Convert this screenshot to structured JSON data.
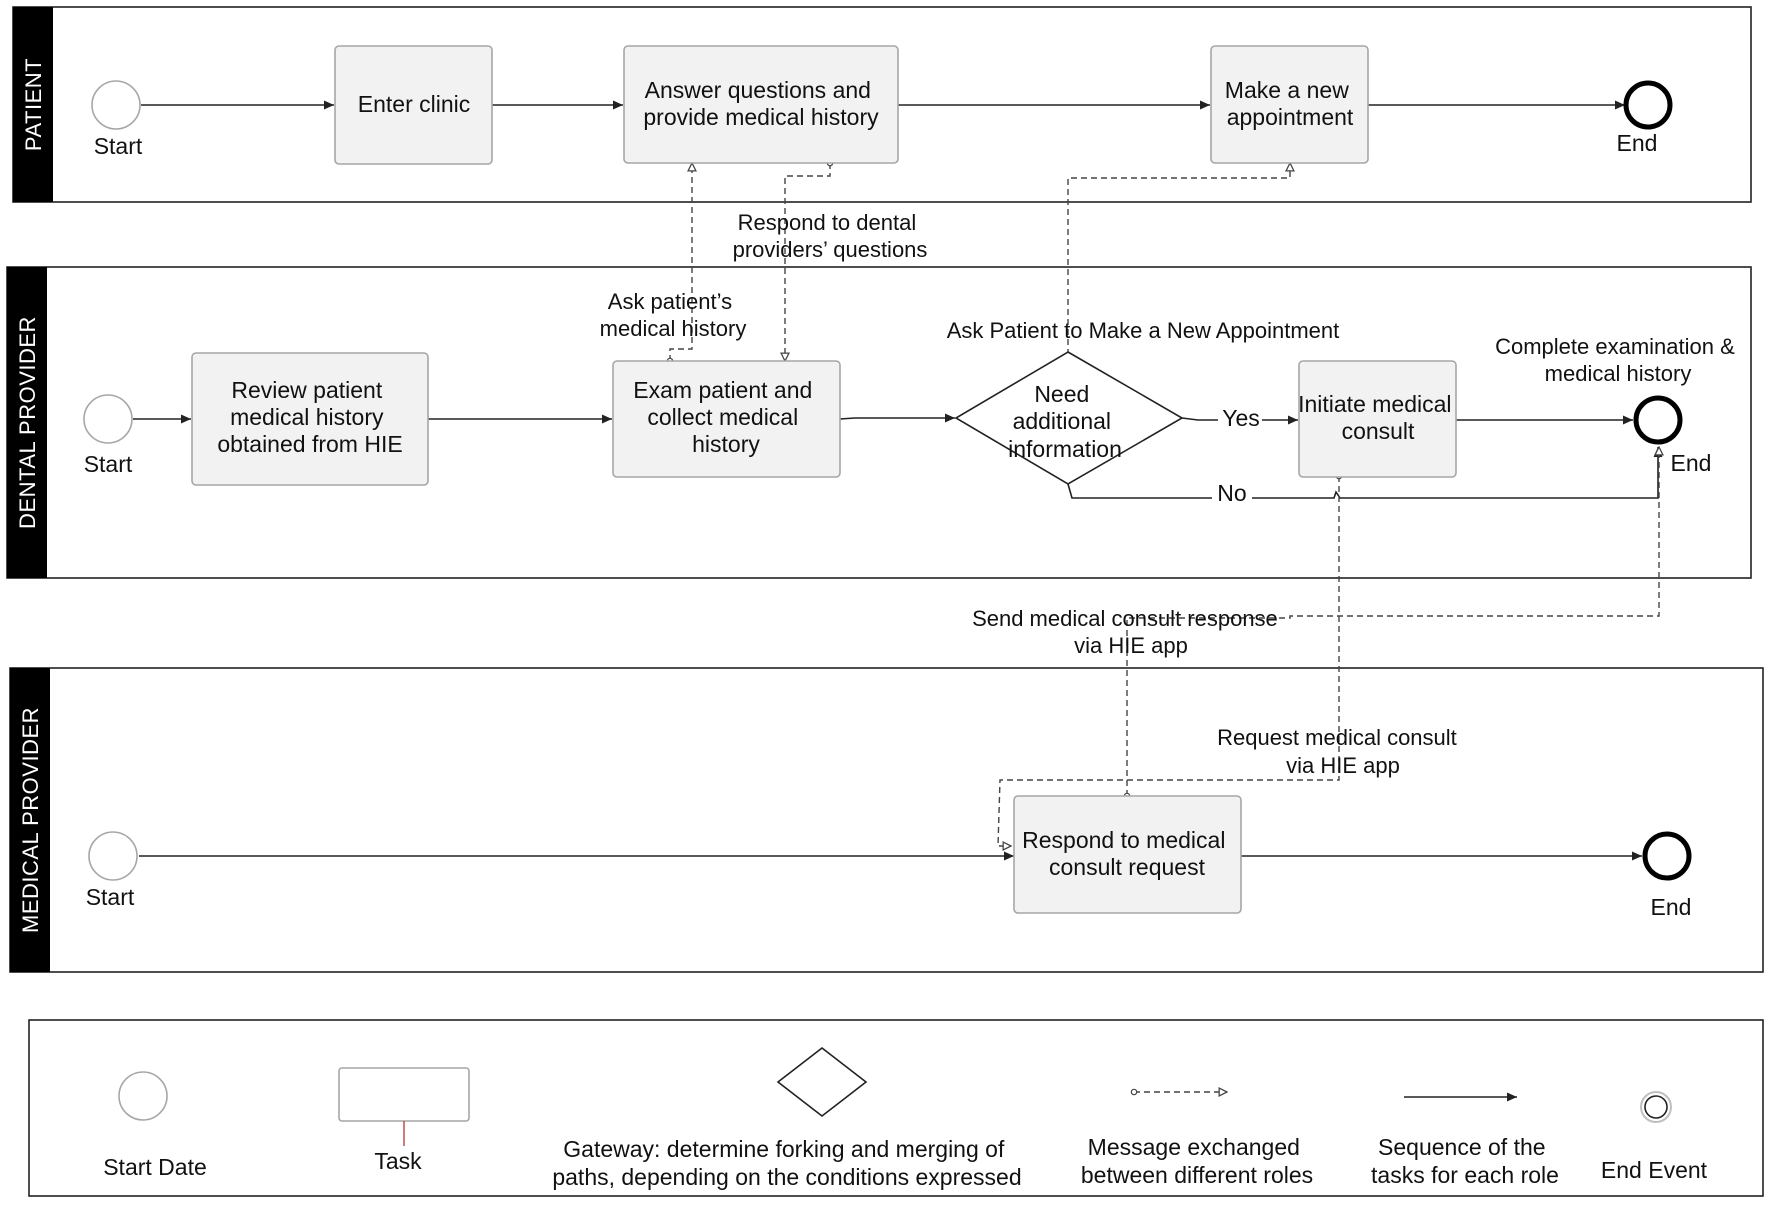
{
  "lanes": {
    "patient": "PATIENT",
    "dental": "DENTAL PROVIDER",
    "medical": "MEDICAL PROVIDER"
  },
  "events": {
    "start": "Start",
    "end": "End"
  },
  "tasks": {
    "enter_clinic": "Enter clinic",
    "answer_questions": [
      "Answer questions and",
      "provide medical history"
    ],
    "make_appointment": [
      "Make a new",
      "appointment"
    ],
    "review_history": [
      "Review patient",
      "medical history",
      "obtained from HIE"
    ],
    "exam_patient": [
      "Exam patient and",
      "collect medical",
      "history"
    ],
    "initiate_consult": [
      "Initiate medical",
      "consult"
    ],
    "respond_consult": [
      "Respond to medical",
      "consult request"
    ]
  },
  "gateway": {
    "label": [
      "Need",
      "additional",
      "information"
    ],
    "yes": "Yes",
    "no": "No"
  },
  "annotations": {
    "respond_dental": [
      "Respond to dental",
      "providers’ questions"
    ],
    "ask_history": [
      "Ask patient’s",
      "medical history"
    ],
    "ask_appointment": "Ask Patient to Make a New Appointment",
    "complete_exam": [
      "Complete examination &",
      "medical history"
    ],
    "send_response": [
      "Send medical consult response",
      "via HIE app"
    ],
    "request_consult": [
      "Request medical consult",
      "via HIE app"
    ]
  },
  "legend": {
    "start": "Start Date",
    "task": "Task",
    "gateway": [
      "Gateway: determine forking and merging of",
      "paths, depending on the conditions expressed"
    ],
    "message": [
      "Message exchanged",
      "between different roles"
    ],
    "sequence": [
      "Sequence of the",
      "tasks for each role"
    ],
    "end": "End Event"
  }
}
